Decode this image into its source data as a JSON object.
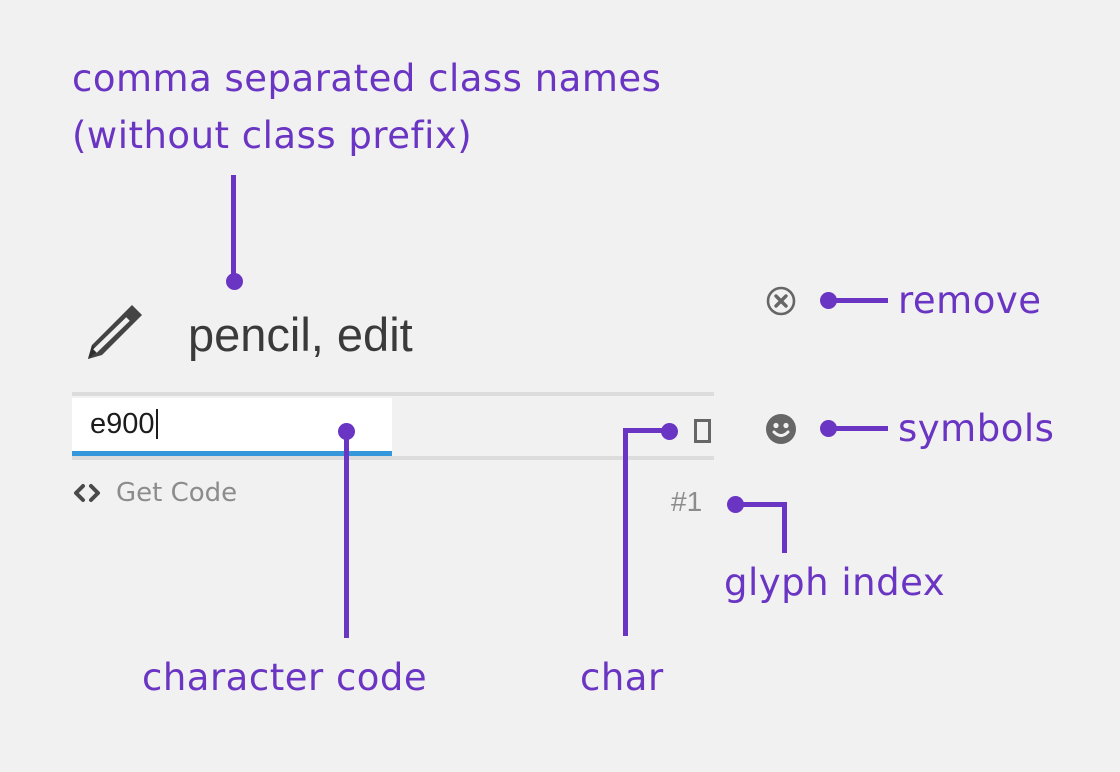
{
  "theme": {
    "background": "#f1f1f1",
    "annotation_color": "#6b35c4",
    "input_underline": "#3498db",
    "icon_gray": "#666666",
    "muted_text": "#8c8c8c",
    "glyph_name_color": "#3a3a3a"
  },
  "annotations": {
    "class_names": "comma separated class names\n(without class prefix)",
    "remove": "remove",
    "symbols": "symbols",
    "glyph_index": "glyph index",
    "character_code": "character code",
    "char": "char"
  },
  "glyph": {
    "icon_name": "pencil-icon",
    "names": "pencil, edit",
    "code_value": "e900",
    "code_placeholder": "",
    "char_preview": "□",
    "index_label": "#1"
  },
  "actions": {
    "get_code": "Get Code",
    "get_code_icon": "code-brackets-icon",
    "remove_icon": "circle-x-icon",
    "symbols_icon": "smiley-face-icon"
  }
}
